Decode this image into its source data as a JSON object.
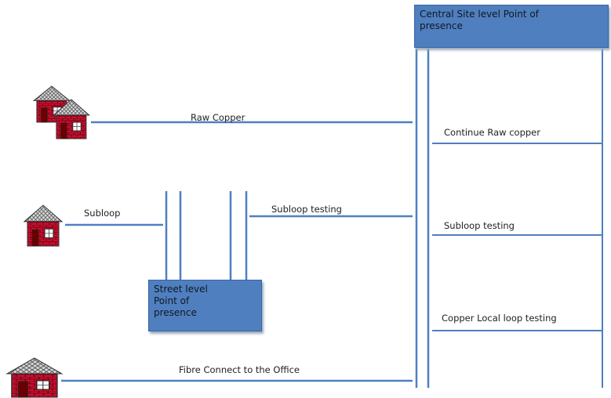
{
  "central_box": {
    "label": "Central Site  level Point of presence"
  },
  "street_box": {
    "label": "Street level Point of presence"
  },
  "connections": {
    "raw_copper": "Raw Copper",
    "subloop": "Subloop",
    "subloop_testing": "Subloop testing",
    "fibre": "Fibre Connect to the Office"
  },
  "central_services": {
    "continue_raw_copper": "Continue Raw copper",
    "subloop_testing": "Subloop testing",
    "copper_local_loop_testing": "Copper Local loop  testing"
  },
  "colors": {
    "line": "#4f7fbf",
    "box_fill": "#4f7fbf",
    "house_brick": "#c8102e",
    "house_roof": "#b0b0b0"
  },
  "icons": [
    "house-icon",
    "house-icon",
    "house-icon",
    "house-icon"
  ]
}
